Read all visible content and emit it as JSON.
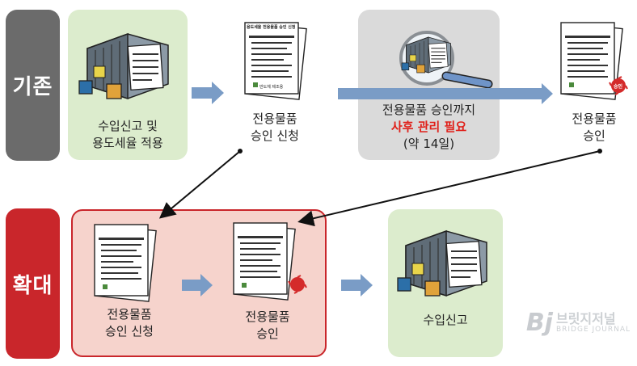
{
  "rows": {
    "existing_label": "기존",
    "expanded_label": "확대"
  },
  "existing": {
    "step1": {
      "line1": "수입신고 및",
      "line2": "용도세율 적용"
    },
    "step2": {
      "line1": "전용물품",
      "line2": "승인 신청"
    },
    "step3": {
      "line1": "전용물품 승인까지",
      "line2": "사후 관리 필요",
      "line3": "(약 14일)"
    },
    "step4": {
      "line1": "전용물품",
      "line2": "승인"
    }
  },
  "expanded": {
    "step1": {
      "line1": "전용물품",
      "line2": "승인 신청"
    },
    "step2": {
      "line1": "전용물품",
      "line2": "승인"
    },
    "step3": {
      "line1": "수입신고"
    }
  },
  "document": {
    "title": "용도세율 전용물품 승인 신청",
    "company": "반도체 제조용",
    "stamp": "승인"
  },
  "watermark": {
    "logo": "Bj",
    "name": "브릿지저널",
    "sub": "BRIDGE JOURNAL"
  },
  "colors": {
    "existing_label": "#6b6b6b",
    "expanded_label": "#c9262b",
    "green_panel": "#dceccd",
    "gray_panel": "#dadada",
    "pink_panel": "#f6d3cc",
    "pink_border": "#c9262b",
    "arrow_blue": "#7a9cc6",
    "emphasis": "#e0211b"
  }
}
